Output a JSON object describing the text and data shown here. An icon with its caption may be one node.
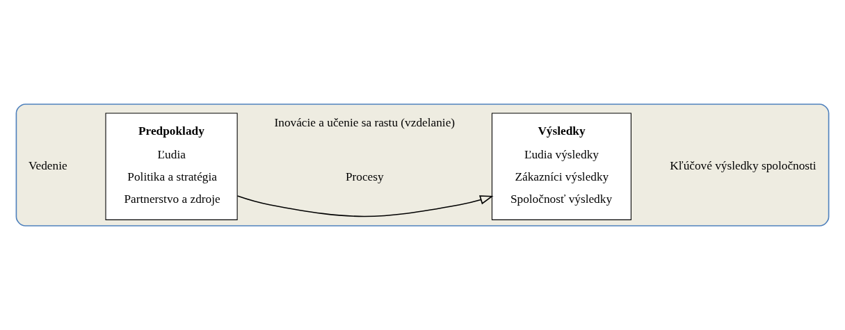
{
  "diagram": {
    "nodes": [
      {
        "text": [],
        "shape": "box"
      },
      {
        "text": [
          "Predpoklady",
          "Ľudia",
          "Politika a stratégia",
          "Partnerstvo a zdroje"
        ],
        "in": 0
      },
      {
        "text": [
          "Výsledky",
          "Ľudia výsledky",
          "Zákazníci výsledky",
          "Spoločnosť výsledky"
        ],
        "in": 0
      }
    ],
    "edges": [
      {
        "from": 1,
        "to": 2,
        "arrow": "to"
      }
    ],
    "labels": [
      "Vedenie",
      "Procesy",
      "Kľúčové výsledky spoločnosti",
      "Inovácie a učenie sa rastu (vzdelanie)"
    ]
  }
}
